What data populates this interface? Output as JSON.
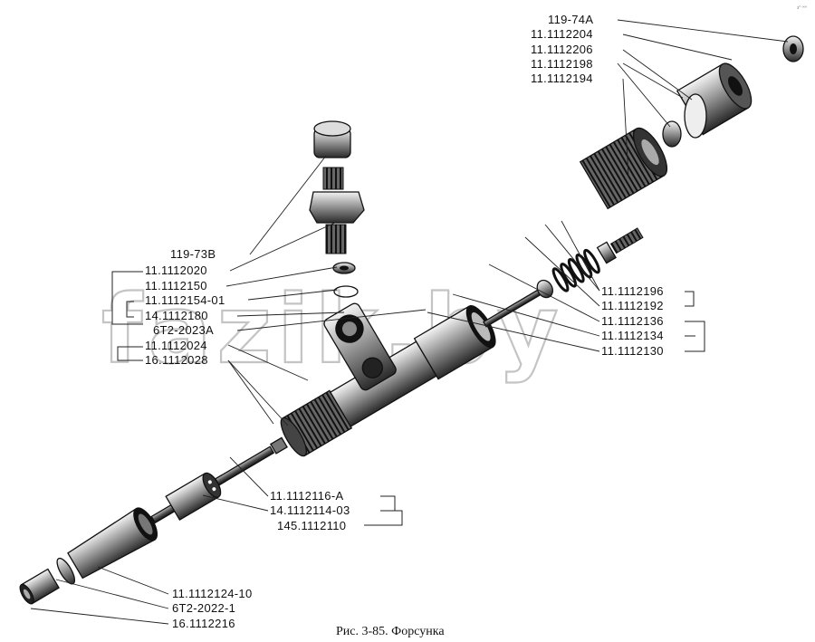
{
  "watermark": "fazik.by",
  "caption": "Рис. 3-85. Форсунка",
  "corner_mark": "з° ººº",
  "labels": {
    "top_right": [
      "119-74А",
      "11.1112204",
      "11.1112206",
      "11.1112198",
      "11.1112194"
    ],
    "left_upper": [
      "119-73В",
      "11.1112020",
      "11.1112150",
      "11.1112154-01",
      "14.1112180",
      "6Т2-2023А",
      "11.1112024",
      "16.1112028"
    ],
    "right_middle": [
      "11.1112196",
      "11.1112192",
      "11.1112136",
      "11.1112134",
      "11.1112130"
    ],
    "lower_middle": [
      "11.1112116-А",
      "14.1112114-03",
      "145.1112110"
    ],
    "bottom": [
      "11.1112124-10",
      "6Т2-2022-1",
      "16.1112216"
    ]
  }
}
